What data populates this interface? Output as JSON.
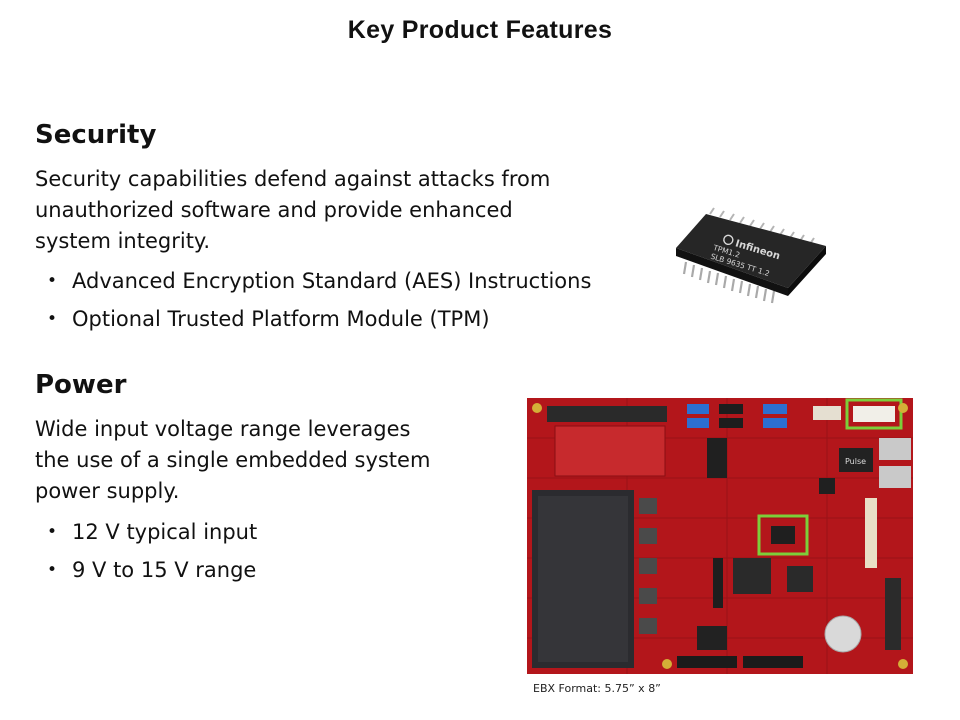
{
  "slide": {
    "title": "Key Product Features"
  },
  "security": {
    "heading": "Security",
    "body_lines": [
      "Security capabilities defend against attacks from",
      "unauthorized software and provide enhanced",
      "system integrity."
    ],
    "bullets": [
      "Advanced Encryption Standard (AES) Instructions",
      "Optional Trusted Platform Module (TPM)"
    ]
  },
  "power": {
    "heading": "Power",
    "body_lines": [
      "Wide input voltage range leverages",
      "the use of a single embedded system",
      "power supply."
    ],
    "bullets": [
      "12 V typical input",
      "9 V to 15 V range"
    ]
  },
  "images": {
    "chip": {
      "brand": "Infineon",
      "marking_1": "TPM1.2",
      "marking_2": "SLB 9635 TT 1.2"
    },
    "board": {
      "caption": "EBX Format: 5.75” x 8”",
      "chip_label": "Pulse"
    }
  },
  "colors": {
    "board_red": "#b3161b",
    "highlight_green": "#7ccf3a",
    "chip_black": "#1c1c1c"
  }
}
